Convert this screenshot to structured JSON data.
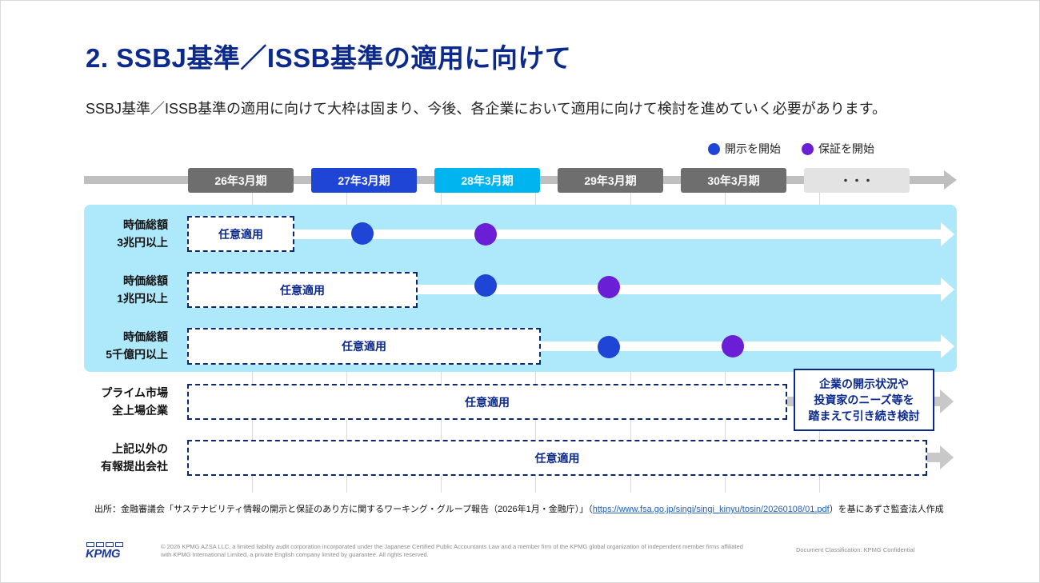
{
  "title": "2. SSBJ基準／ISSB基準の適用に向けて",
  "subtitle": "SSBJ基準／ISSB基準の適用に向けて大枠は固まり、今後、各企業において適用に向けて検討を進めていく必要があります。",
  "legend": {
    "disclosure": {
      "label": "開示を開始",
      "color": "#1f45d6"
    },
    "assurance": {
      "label": "保証を開始",
      "color": "#6a1fd6"
    }
  },
  "periods": [
    {
      "label": "26年3月期",
      "color": "#6e6e6e"
    },
    {
      "label": "27年3月期",
      "color": "#1f45d6"
    },
    {
      "label": "28年3月期",
      "color": "#00b5ef"
    },
    {
      "label": "29年3月期",
      "color": "#6e6e6e"
    },
    {
      "label": "30年3月期",
      "color": "#6e6e6e"
    },
    {
      "label": "・・・",
      "color": "#e3e3e3"
    }
  ],
  "rows": [
    {
      "label_line1": "時価総額",
      "label_line2": "3兆円以上",
      "voluntary_label": "任意適用"
    },
    {
      "label_line1": "時価総額",
      "label_line2": "1兆円以上",
      "voluntary_label": "任意適用"
    },
    {
      "label_line1": "時価総額",
      "label_line2": "5千億円以上",
      "voluntary_label": "任意適用"
    },
    {
      "label_line1": "プライム市場",
      "label_line2": "全上場企業",
      "voluntary_label": "任意適用"
    },
    {
      "label_line1": "上記以外の",
      "label_line2": "有報提出会社",
      "voluntary_label": "任意適用"
    }
  ],
  "note": {
    "line1": "企業の開示状況や",
    "line2": "投資家のニーズ等を",
    "line3": "踏まえて引き続き検討"
  },
  "source": {
    "prefix": "出所：金融審議会「サステナビリティ情報の開示と保証のあり方に関するワーキング・グループ報告（2026年1月・金融庁）」（",
    "link": "https://www.fsa.go.jp/singi/singi_kinyu/tosin/20260108/01.pdf",
    "suffix": "）を基にあずさ監査法人作成"
  },
  "footer": {
    "logo": "KPMG",
    "copyright": "© 2026 KPMG AZSA LLC, a limited liability audit corporation incorporated under the Japanese Certified Public Accountants Law and a member firm of the KPMG global organization of independent member firms affiliated with KPMG International Limited, a private English company limited by guarantee. All rights reserved.",
    "classification": "Document Classification: KPMG Confidential"
  }
}
